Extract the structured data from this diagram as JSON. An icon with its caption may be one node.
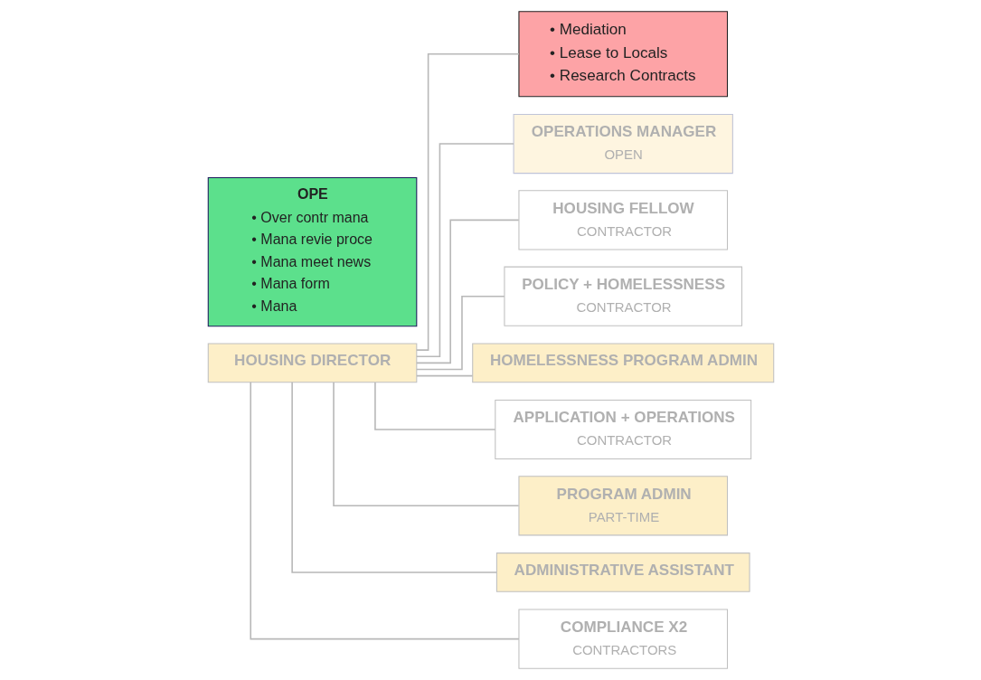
{
  "diagram": {
    "nodes": [
      {
        "text": [
          "HOUSING DIRECTOR"
        ]
      },
      {
        "text": [
          "• Mediation",
          "• Lease to Locals",
          "• Research Contracts"
        ]
      },
      {
        "text": [
          "OPERATIONS MANAGER",
          "OPEN"
        ]
      },
      {
        "text": [
          "HOUSING FELLOW",
          "CONTRACTOR"
        ]
      },
      {
        "text": [
          "POLICY + HOMELESSNESS",
          "CONTRACTOR"
        ]
      },
      {
        "text": [
          "HOMELESSNESS PROGRAM ADMIN"
        ]
      },
      {
        "text": [
          "APPLICATION + OPERATIONS",
          "CONTRACTOR"
        ]
      },
      {
        "text": [
          "PROGRAM ADMIN",
          "PART-TIME"
        ]
      },
      {
        "text": [
          "ADMINISTRATIVE ASSISTANT"
        ]
      },
      {
        "text": [
          "COMPLIANCE X2",
          "CONTRACTORS"
        ]
      },
      {
        "text": [
          "OPE",
          "• Over contr mana",
          "• Mana revie proce",
          "• Mana meet news",
          "• Mana form",
          "• Mana"
        ]
      }
    ],
    "edges": [
      {
        "from": 0,
        "to": 1,
        "arrow": "none"
      },
      {
        "from": 0,
        "to": 2,
        "arrow": "none"
      },
      {
        "from": 0,
        "to": 3,
        "arrow": "none"
      },
      {
        "from": 0,
        "to": 4,
        "arrow": "none"
      },
      {
        "from": 0,
        "to": 5,
        "arrow": "none"
      },
      {
        "from": 0,
        "to": 6,
        "arrow": "none"
      },
      {
        "from": 0,
        "to": 7,
        "arrow": "none"
      },
      {
        "from": 0,
        "to": 8,
        "arrow": "none"
      },
      {
        "from": 0,
        "to": 9,
        "arrow": "none"
      }
    ]
  }
}
